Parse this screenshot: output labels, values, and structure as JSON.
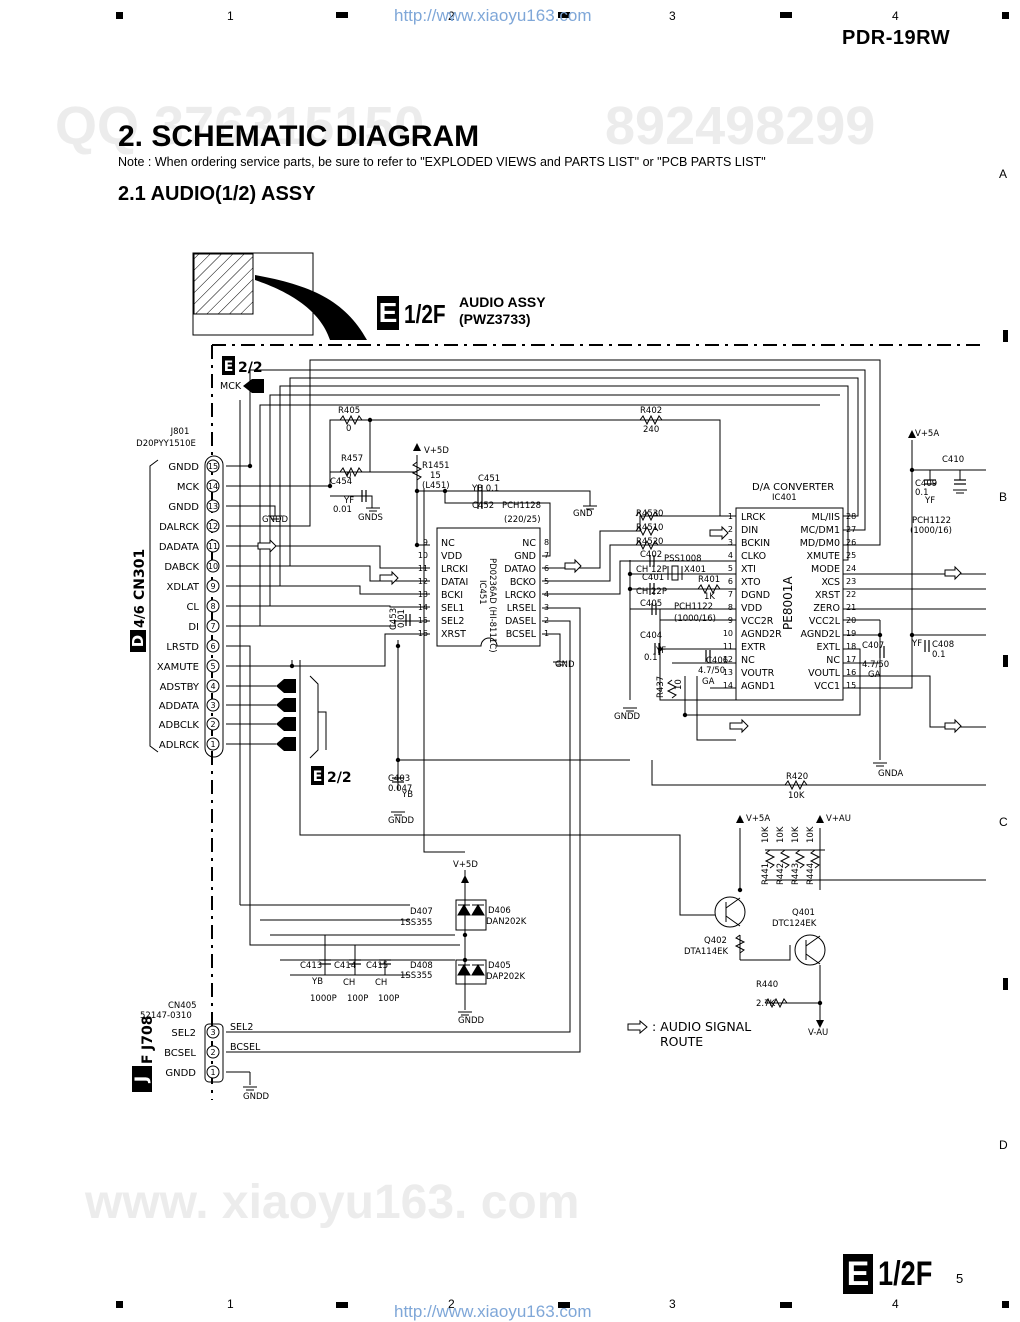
{
  "header": {
    "model": "PDR-19RW",
    "url_text": "http://www.xiaoyu163.com",
    "columns": [
      "1",
      "2",
      "3",
      "4"
    ],
    "rows": [
      "A",
      "B",
      "C",
      "D"
    ]
  },
  "title": "2. SCHEMATIC DIAGRAM",
  "note": "Note : When ordering service parts, be sure to refer to \"EXPLODED VIEWS and PARTS LIST\" or \"PCB PARTS LIST\"",
  "subtitle": "2.1 AUDIO(1/2) ASSY",
  "watermarks": {
    "qq_top": "QQ 376315150",
    "num_top": "892498299",
    "bottom": "www. xiaoyu163. com"
  },
  "assy": {
    "code": "E",
    "part": "1/2F",
    "name": "AUDIO ASSY",
    "number": "(PWZ3733)"
  },
  "footer": {
    "code": "E",
    "part": "1/2F",
    "page": "5"
  },
  "schematic": {
    "e22_top": "2/2",
    "e22_bottom": "2/2",
    "mck_signal": "MCK",
    "j801": {
      "ref": "J801",
      "part": "D20PYY1510E"
    },
    "cn301": {
      "ref": "CN301",
      "prefix": "D",
      "sheet": "4/6"
    },
    "cn301_pins": [
      {
        "name": "GNDD",
        "num": "15"
      },
      {
        "name": "MCK",
        "num": "14"
      },
      {
        "name": "GNDD",
        "num": "13"
      },
      {
        "name": "DALRCK",
        "num": "12"
      },
      {
        "name": "DADATA",
        "num": "11"
      },
      {
        "name": "DABCK",
        "num": "10"
      },
      {
        "name": "XDLAT",
        "num": "9"
      },
      {
        "name": "CL",
        "num": "8"
      },
      {
        "name": "DI",
        "num": "7"
      },
      {
        "name": "LRSTD",
        "num": "6"
      },
      {
        "name": "XAMUTE",
        "num": "5"
      },
      {
        "name": "ADSTBY",
        "num": "4"
      },
      {
        "name": "ADDATA",
        "num": "3"
      },
      {
        "name": "ADBCLK",
        "num": "2"
      },
      {
        "name": "ADLRCK",
        "num": "1"
      }
    ],
    "ic451": {
      "ref": "IC451",
      "part": "PD0236AD (HI-8111C)",
      "left_pins": [
        {
          "num": "9",
          "name": "NC"
        },
        {
          "num": "10",
          "name": "VDD"
        },
        {
          "num": "11",
          "name": "LRCKI"
        },
        {
          "num": "12",
          "name": "DATAI"
        },
        {
          "num": "13",
          "name": "BCKI"
        },
        {
          "num": "14",
          "name": "SEL1"
        },
        {
          "num": "15",
          "name": "SEL2"
        },
        {
          "num": "16",
          "name": "XRST"
        }
      ],
      "right_pins": [
        {
          "num": "8",
          "name": "NC"
        },
        {
          "num": "7",
          "name": "GND"
        },
        {
          "num": "6",
          "name": "DATAO"
        },
        {
          "num": "5",
          "name": "BCKO"
        },
        {
          "num": "4",
          "name": "LRCKO"
        },
        {
          "num": "3",
          "name": "LRSEL"
        },
        {
          "num": "2",
          "name": "DASEL"
        },
        {
          "num": "1",
          "name": "BCSEL"
        }
      ]
    },
    "ic401": {
      "ref": "IC401",
      "title": "D/A CONVERTER",
      "part": "PE8001A",
      "left_pins": [
        {
          "num": "1",
          "name": "LRCK"
        },
        {
          "num": "2",
          "name": "DIN"
        },
        {
          "num": "3",
          "name": "BCKIN"
        },
        {
          "num": "4",
          "name": "CLKO"
        },
        {
          "num": "5",
          "name": "XTI"
        },
        {
          "num": "6",
          "name": "XTO"
        },
        {
          "num": "7",
          "name": "DGND"
        },
        {
          "num": "8",
          "name": "VDD"
        },
        {
          "num": "9",
          "name": "VCC2R"
        },
        {
          "num": "10",
          "name": "AGND2R"
        },
        {
          "num": "11",
          "name": "EXTR"
        },
        {
          "num": "12",
          "name": "NC"
        },
        {
          "num": "13",
          "name": "VOUTR"
        },
        {
          "num": "14",
          "name": "AGND1"
        }
      ],
      "right_pins": [
        {
          "num": "28",
          "name": "ML/IIS"
        },
        {
          "num": "27",
          "name": "MC/DM1"
        },
        {
          "num": "26",
          "name": "MD/DM0"
        },
        {
          "num": "25",
          "name": "XMUTE"
        },
        {
          "num": "24",
          "name": "MODE"
        },
        {
          "num": "23",
          "name": "XCS"
        },
        {
          "num": "22",
          "name": "XRST"
        },
        {
          "num": "21",
          "name": "ZERO"
        },
        {
          "num": "20",
          "name": "VCC2L"
        },
        {
          "num": "19",
          "name": "AGND2L"
        },
        {
          "num": "18",
          "name": "EXTL"
        },
        {
          "num": "17",
          "name": "NC"
        },
        {
          "num": "16",
          "name": "VOUTL"
        },
        {
          "num": "15",
          "name": "VCC1"
        }
      ]
    },
    "parts": {
      "r405": "R405",
      "r405_v": "0",
      "r402": "R402",
      "r402_v": "240",
      "r457": "R457",
      "r457_v": "0",
      "c454": "C454",
      "c454_t": "YF",
      "c454_v": "0.01",
      "r1451": "R1451",
      "r1451_v": "15",
      "r1451_p": "(L451)",
      "c451": "C451",
      "c451_v": "YB 0.1",
      "c452": "C452",
      "c452_p": "PCH1128",
      "c452_v": "(220/25)",
      "r453": "R453",
      "r453_v": "0",
      "r451": "R451",
      "r451_v": "0",
      "r452": "R452",
      "r452_v": "0",
      "c402": "C402",
      "c402_v": "CH 12P",
      "pss": "PSS1008",
      "x401": "X401",
      "c401": "C401",
      "c401_v": "CH 22P",
      "r401": "R401",
      "r401_v": "1K",
      "c405": "C405",
      "pch1122": "PCH1122",
      "pch1122_v": "(1000/16)",
      "c404": "C404",
      "c404_t": "YF",
      "c404_v": "0.1",
      "c406": "C406",
      "c406_v": "4.7/50",
      "c406_t": "GA",
      "r437": "R437",
      "r437_v": "10",
      "c407": "C407",
      "c407_v": "4.7/50",
      "c407_t": "GA",
      "c408": "C408",
      "c408_t": "YF",
      "c408_v": "0.1",
      "c409": "C409",
      "c409_v": "0.1",
      "c409_t": "YF",
      "c410": "C410",
      "pch1122b": "PCH1122",
      "pch1122b_v": "(1000/16)",
      "c453": "C453",
      "c453_v": "0.01",
      "c403": "C403",
      "c403_v": "0.047",
      "c403_t": "YB",
      "r420": "R420",
      "r420_v": "10K",
      "d407": "D407",
      "d407_p": "1SS355",
      "d406": "D406",
      "d406_p": "DAN202K",
      "d408": "D408",
      "d408_p": "1SS355",
      "d405": "D405",
      "d405_p": "DAP202K",
      "c413": "C413",
      "c413_t": "YB",
      "c413_v": "1000P",
      "c414": "C414",
      "c414_t": "CH",
      "c414_v": "100P",
      "c415": "C415",
      "c415_t": "CH",
      "c415_v": "100P",
      "q402": "Q402",
      "q402_p": "DTA114EK",
      "q401": "Q401",
      "q401_p": "DTC124EK",
      "r440": "R440",
      "r440_v": "2.7K",
      "r441": "R441",
      "r442": "R442",
      "r443": "R443",
      "r444": "R444",
      "r_10k": "10K"
    },
    "nets": {
      "v5d": "V+5D",
      "v5a": "V+5A",
      "vau": "V+AU",
      "v_au": "V-AU",
      "gndd": "GNDD",
      "gnds": "GNDS",
      "gnd": "GND",
      "gnda": "GNDA"
    },
    "cn405": {
      "ref": "CN405",
      "part": "52147-0310"
    },
    "j708": {
      "ref": "J708",
      "prefix": "J",
      "sheet": "F"
    },
    "j708_pins": [
      {
        "name": "SEL2",
        "num": "3"
      },
      {
        "name": "BCSEL",
        "num": "2"
      },
      {
        "name": "GNDD",
        "num": "1"
      }
    ],
    "net_sel2": "SEL2",
    "net_bcsel": "BCSEL",
    "legend_line1": ": AUDIO SIGNAL",
    "legend_line2": "ROUTE"
  }
}
